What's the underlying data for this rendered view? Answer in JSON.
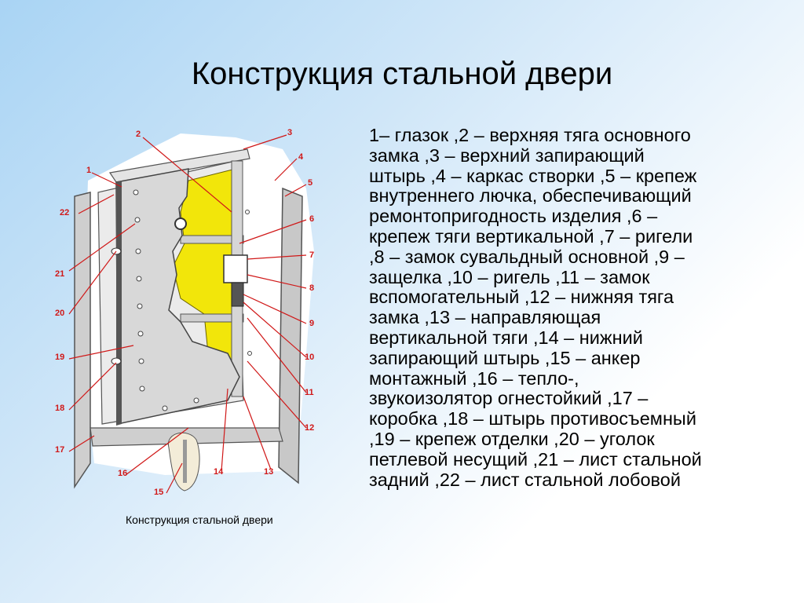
{
  "slide": {
    "title": "Конструкция стальной двери",
    "legend": "1– глазок ,2 – верхняя тяга основного\nзамка ,3 – верхний запирающий\nштырь ,4 – каркас створки ,5 – крепеж\nвнутреннего лючка, обеспечивающий\nремонтопригодность изделия ,6 –\nкрепеж тяги вертикальной ,7 – ригели\n,8 – замок сувальдный основной ,9 –\nзащелка ,10 – ригель ,11 – замок\nвспомогательный ,12 – нижняя тяга\nзамка ,13 – направляющая\nвертикальной тяги ,14 – нижний\nзапирающий штырь ,15 – анкер\nмонтажный ,16 – тепло-,\nзвукоизолятор огнестойкий ,17 –\nкоробка ,18 – штырь противосъемный\n,19 – крепеж отделки ,20 – уголок\nпетлевой несущий ,21 – лист стальной\nзадний ,22 – лист стальной лобовой",
    "caption": "Конструкция стальной двери"
  },
  "diagram": {
    "callouts": [
      "1",
      "2",
      "3",
      "4",
      "5",
      "6",
      "7",
      "8",
      "9",
      "10",
      "11",
      "12",
      "13",
      "14",
      "15",
      "16",
      "17",
      "18",
      "19",
      "20",
      "21",
      "22"
    ],
    "colors": {
      "callout": "#d01818",
      "steel": "#d8d8d8",
      "edge": "#5a5a5a",
      "insulation": "#f2e60a"
    }
  }
}
